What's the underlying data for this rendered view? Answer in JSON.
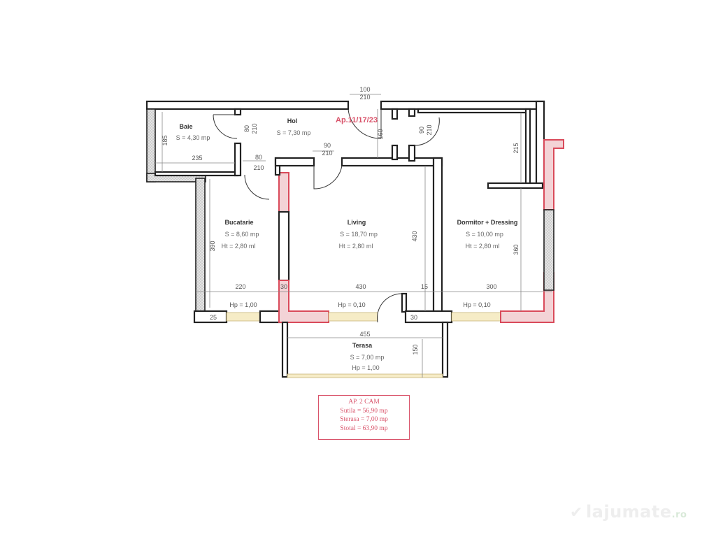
{
  "plan": {
    "apartment_label": "Ap.11/17/23",
    "rooms": [
      {
        "name": "Baie",
        "area": "S = 4,30 mp",
        "height": ""
      },
      {
        "name": "Hol",
        "area": "S = 7,30 mp",
        "height": ""
      },
      {
        "name": "Bucatarie",
        "area": "S = 8,60 mp",
        "height": "Ht = 2,80 ml"
      },
      {
        "name": "Living",
        "area": "S = 18,70 mp",
        "height": "Ht = 2,80 ml"
      },
      {
        "name": "Dormitor + Dressing",
        "area": "S = 10,00 mp",
        "height": "Ht = 2,80 ml"
      },
      {
        "name": "Terasa",
        "area": "S = 7,00 mp",
        "height": "Hp = 1,00"
      }
    ],
    "dimensions": {
      "entrance_door_w": "100",
      "entrance_door_h": "210",
      "baie_door_w": "80",
      "baie_door_h": "210",
      "kitchen_door_w": "80",
      "kitchen_door_h": "210",
      "living_door_w": "90",
      "living_door_h": "210",
      "bedroom_door_w": "90",
      "bedroom_door_h": "210",
      "baie_height": "185",
      "baie_width": "235",
      "hol_depth": "160",
      "dressing_depth": "215",
      "kitchen_depth": "390",
      "living_depth": "430",
      "bedroom_depth": "360",
      "kitchen_width": "220",
      "pillar_1": "30",
      "living_width": "430",
      "wall_15": "15",
      "bedroom_width": "300",
      "pillar_kitchen": "25",
      "pillar_mid": "30",
      "pillar_bed": "30",
      "terrace_width": "455",
      "terrace_depth": "150"
    },
    "sill_heights": {
      "kitchen": "Hp = 1,00",
      "living": "Hp = 0,10",
      "bedroom": "Hp = 0,10"
    }
  },
  "summary": {
    "title": "AP. 2 CAM",
    "usable_area": "Sutila = 56,90 mp",
    "terrace_area": "Sterasa = 7,00 mp",
    "total_area": "Stotal = 63,90 mp"
  },
  "watermark": {
    "brand": "lajumate",
    "tld": ".ro"
  },
  "colors": {
    "accent_red": "#d9536a",
    "wall": "#222222",
    "window": "#f6ecc6"
  }
}
